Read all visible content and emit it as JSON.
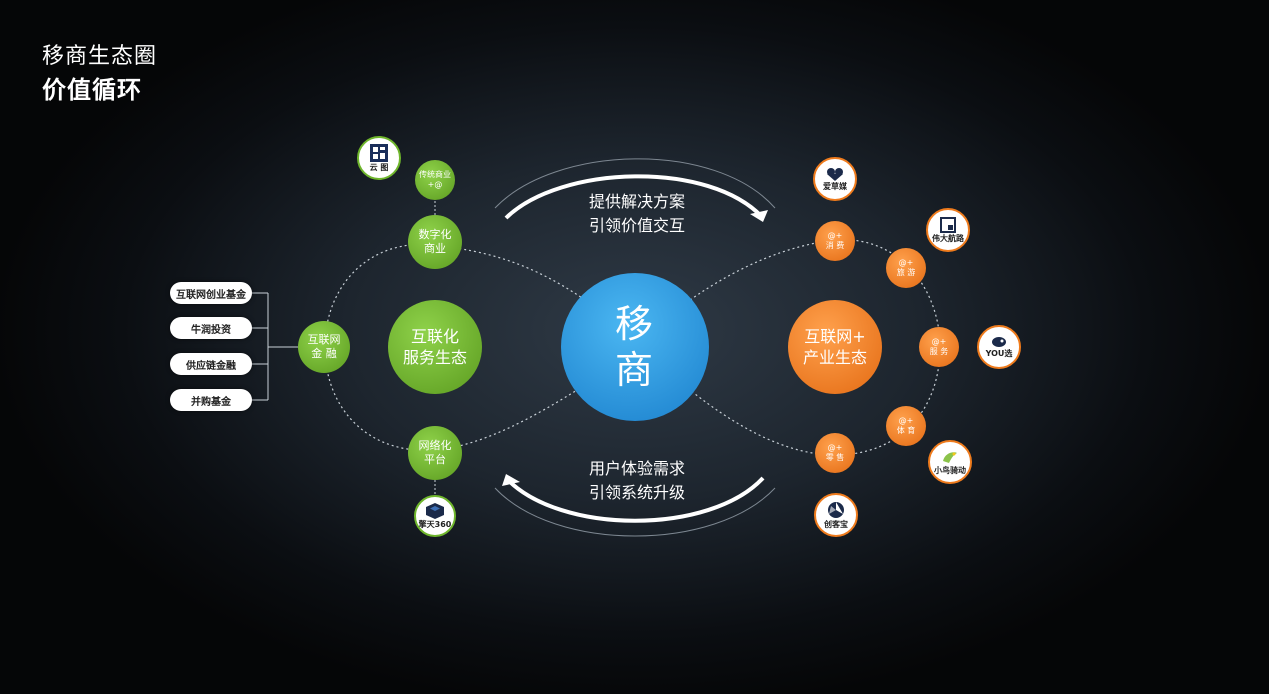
{
  "title": {
    "line1": "移商生态圈",
    "line2": "价值循环"
  },
  "center": {
    "line1": "移",
    "line2": "商"
  },
  "left_hub": {
    "line1": "互联化",
    "line2": "服务生态"
  },
  "right_hub": {
    "line1": "互联网+",
    "line2": "产业生态"
  },
  "top_arrow": {
    "line1": "提供解决方案",
    "line2": "引领价值交互"
  },
  "bottom_arrow": {
    "line1": "用户体验需求",
    "line2": "引领系统升级"
  },
  "left_nodes": {
    "digital": {
      "line1": "数字化",
      "line2": "商业"
    },
    "traditional": {
      "line1": "传统商业",
      "line2": "+@"
    },
    "network": {
      "line1": "网络化",
      "line2": "平台"
    },
    "finance": {
      "line1": "互联网",
      "line2": "金 融"
    }
  },
  "finance_items": [
    "互联网创业基金",
    "牛润投资",
    "供应链金融",
    "并购基金"
  ],
  "right_nodes": {
    "consume": {
      "line1": "@+",
      "line2": "消 费"
    },
    "travel": {
      "line1": "@+",
      "line2": "旅 游"
    },
    "service": {
      "line1": "@+",
      "line2": "服 务"
    },
    "sports": {
      "line1": "@+",
      "line2": "体 育"
    },
    "retail": {
      "line1": "@+",
      "line2": "零 售"
    }
  },
  "logos": {
    "yuntu": "云 图",
    "qingtian": "擎天360",
    "aicaomei": "爱草媒",
    "weida": "伟大航路",
    "youxuan": "YOU选",
    "xiaoniao": "小鸟骑动",
    "chuangkebao": "创客宝"
  },
  "colors": {
    "green": "#6fb62c",
    "orange": "#ef7b1c",
    "blue": "#1f8fd9"
  }
}
